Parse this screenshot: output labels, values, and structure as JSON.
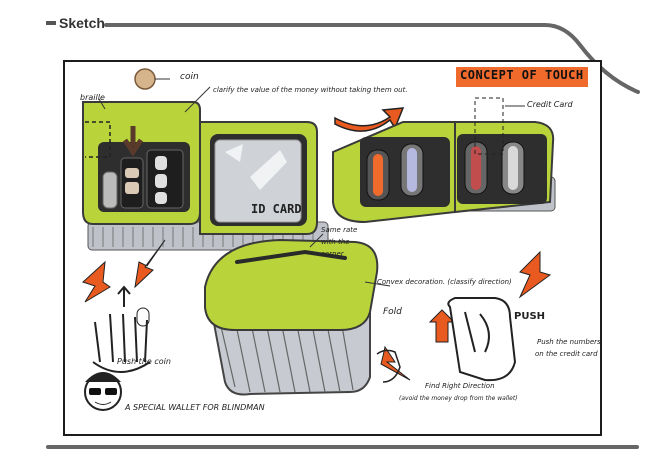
{
  "header": {
    "title": "Sketch"
  },
  "sketch": {
    "concept_title": "CONCEPT OF TOUCH",
    "labels": {
      "coin": "coin",
      "braille": "braille",
      "clarify": "clarify the value of the money without taking them out.",
      "credit_card": "Credit Card",
      "id_card": "ID CARD",
      "same_rate": "Same rate",
      "with_the": "with the",
      "corner": "corner",
      "convex": "Convex decoration. (classify direction)",
      "fold": "Fold",
      "push": "PUSH",
      "push_coin": "Push the coin",
      "push_numbers": "Push the numbers",
      "on_credit": "on the credit card",
      "find_right": "Find Right Direction",
      "avoid_money": "(avoid the money drop from the wallet)",
      "special_wallet": "A SPECIAL WALLET FOR BLINDMAN"
    }
  },
  "colors": {
    "wallet_green": "#b8d43a",
    "accent_orange": "#f06a2c",
    "dark_grey": "#3a3a3a"
  }
}
